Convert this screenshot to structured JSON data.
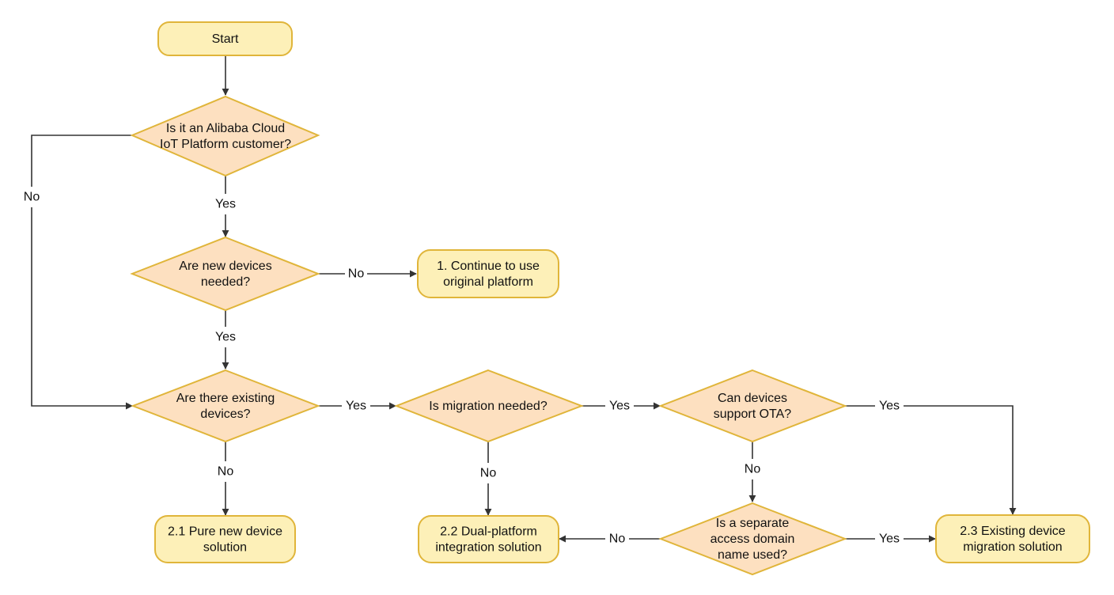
{
  "diagram": {
    "nodes": {
      "start": [
        "Start"
      ],
      "q_customer": [
        "Is it an Alibaba Cloud",
        "IoT Platform customer?"
      ],
      "q_new_devices": [
        "Are new devices",
        "needed?"
      ],
      "r_continue": [
        "1. Continue to use",
        "original platform"
      ],
      "q_existing": [
        "Are there existing",
        "devices?"
      ],
      "q_migration": [
        "Is migration needed?"
      ],
      "q_ota": [
        "Can devices",
        "support OTA?"
      ],
      "r_pure_new": [
        "2.1 Pure new device",
        "solution"
      ],
      "r_dual": [
        "2.2 Dual-platform",
        "integration solution"
      ],
      "q_domain": [
        "Is a separate",
        "access domain",
        "name used?"
      ],
      "r_migration": [
        "2.3 Existing device",
        "migration solution"
      ]
    },
    "edge_labels": {
      "customer_no": "No",
      "customer_yes": "Yes",
      "new_no": "No",
      "new_yes": "Yes",
      "existing_yes": "Yes",
      "existing_no": "No",
      "migration_yes": "Yes",
      "migration_no": "No",
      "ota_yes": "Yes",
      "ota_no": "No",
      "domain_no": "No",
      "domain_yes": "Yes"
    },
    "colors": {
      "terminal_fill": "#fdf0b8",
      "decision_fill": "#fde0c0",
      "border": "#e0b53a",
      "line": "#333333"
    }
  }
}
